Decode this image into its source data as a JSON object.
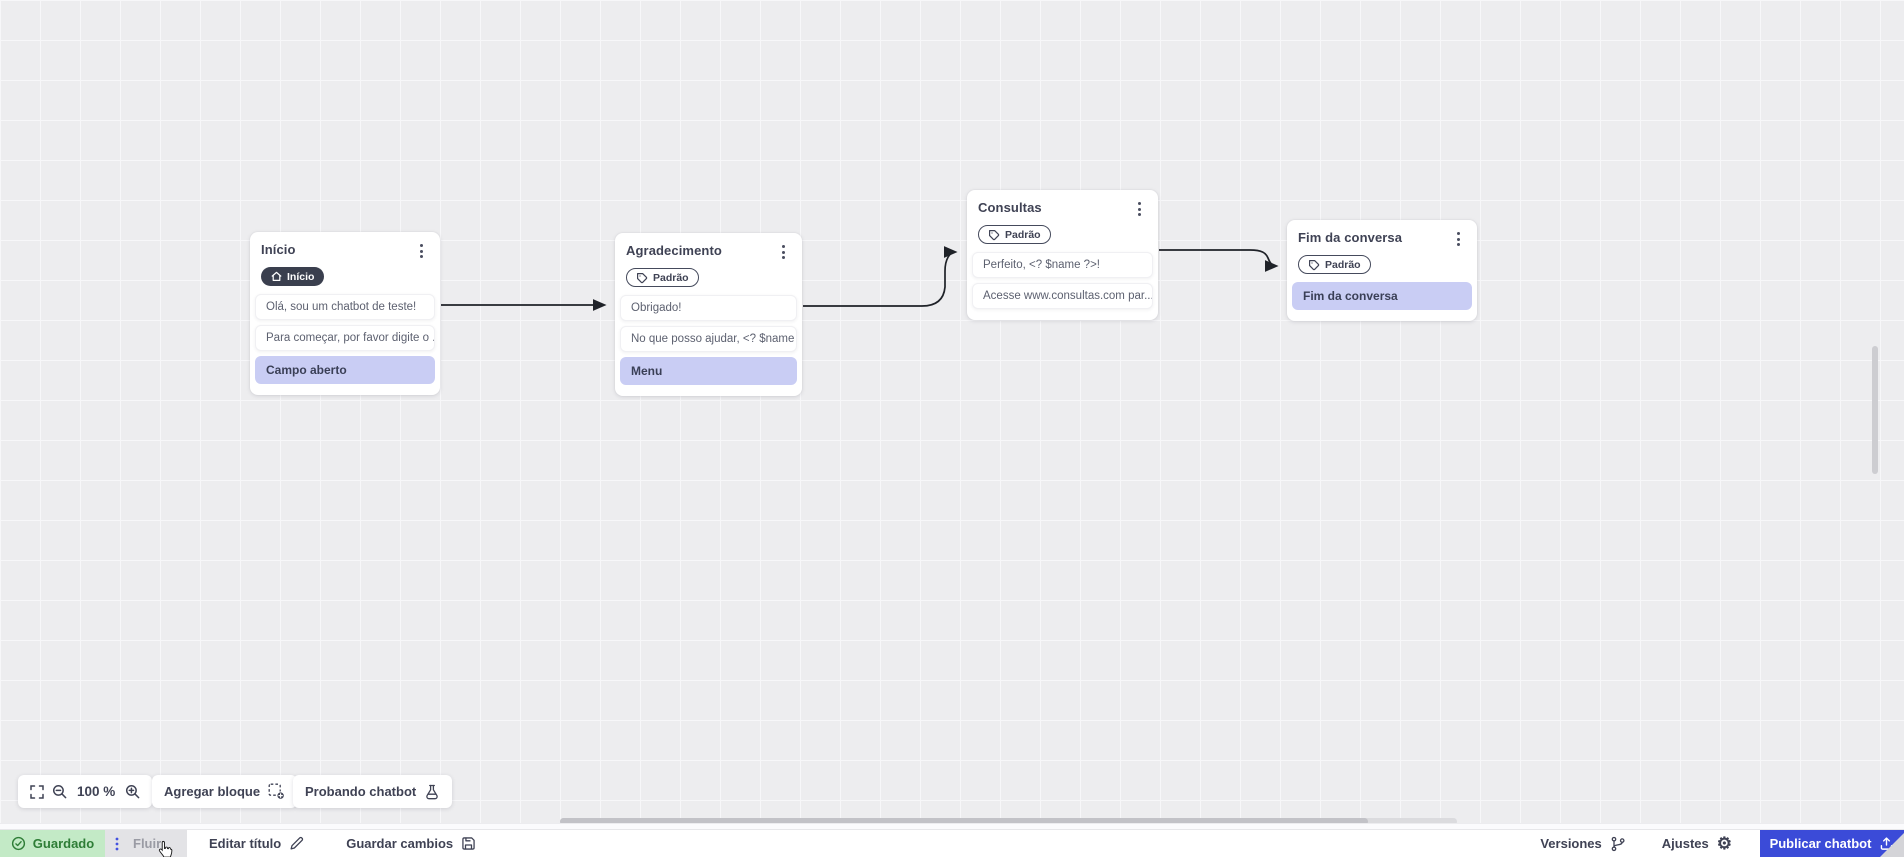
{
  "colors": {
    "accent": "#3b4bd8",
    "canvas_bg": "#ededef",
    "grid_line": "#f7f7f9",
    "action_card": "#c9cdf4",
    "badge_dark": "#3a3f4e",
    "saved_bg": "#c3eac6",
    "saved_fg": "#2e7d36"
  },
  "nodes": [
    {
      "title": "Início",
      "badge": {
        "label": "Início",
        "style": "dark",
        "icon": "home-icon"
      },
      "cards": [
        "Olá, sou um chatbot de teste!",
        "Para começar, por favor digite o ...",
        "Campo aberto"
      ]
    },
    {
      "title": "Agradecimento",
      "badge": {
        "label": "Padrão",
        "style": "outline",
        "icon": "tag-icon"
      },
      "cards": [
        "Obrigado!",
        "No que posso ajudar, <? $name ...",
        "Menu"
      ]
    },
    {
      "title": "Consultas",
      "badge": {
        "label": "Padrão",
        "style": "outline",
        "icon": "tag-icon"
      },
      "cards": [
        "Perfeito, <? $name ?>!",
        "Acesse www.consultas.com par..."
      ]
    },
    {
      "title": "Fim da conversa",
      "badge": {
        "label": "Padrão",
        "style": "outline",
        "icon": "tag-icon"
      },
      "cards": [
        "Fim da conversa"
      ]
    }
  ],
  "toolbar": {
    "zoom_level": "100 %",
    "add_block_label": "Agregar bloque",
    "test_chatbot_label": "Probando chatbot"
  },
  "statusbar": {
    "saved_label": "Guardado",
    "flow_tab_label": "Fluir",
    "edit_title_label": "Editar título",
    "save_changes_label": "Guardar cambios",
    "versions_label": "Versiones",
    "settings_label": "Ajustes",
    "publish_label": "Publicar chatbot"
  },
  "icons": {
    "node_menu": "kebab-menu-icon",
    "inicio_badge": "home-icon",
    "padrao_badge": "tag-icon",
    "fullscreen": "fullscreen-icon",
    "zoom_out": "zoom-out-icon",
    "zoom_in": "zoom-in-icon",
    "add_block": "add-block-icon",
    "test_chatbot": "flask-icon",
    "saved": "check-circle-icon",
    "drag_handle": "drag-dots-icon",
    "edit_title": "pencil-icon",
    "save_changes": "floppy-icon",
    "versions": "git-branch-icon",
    "settings": "gear-icon",
    "publish": "upload-icon",
    "cursor": "hand-cursor"
  }
}
